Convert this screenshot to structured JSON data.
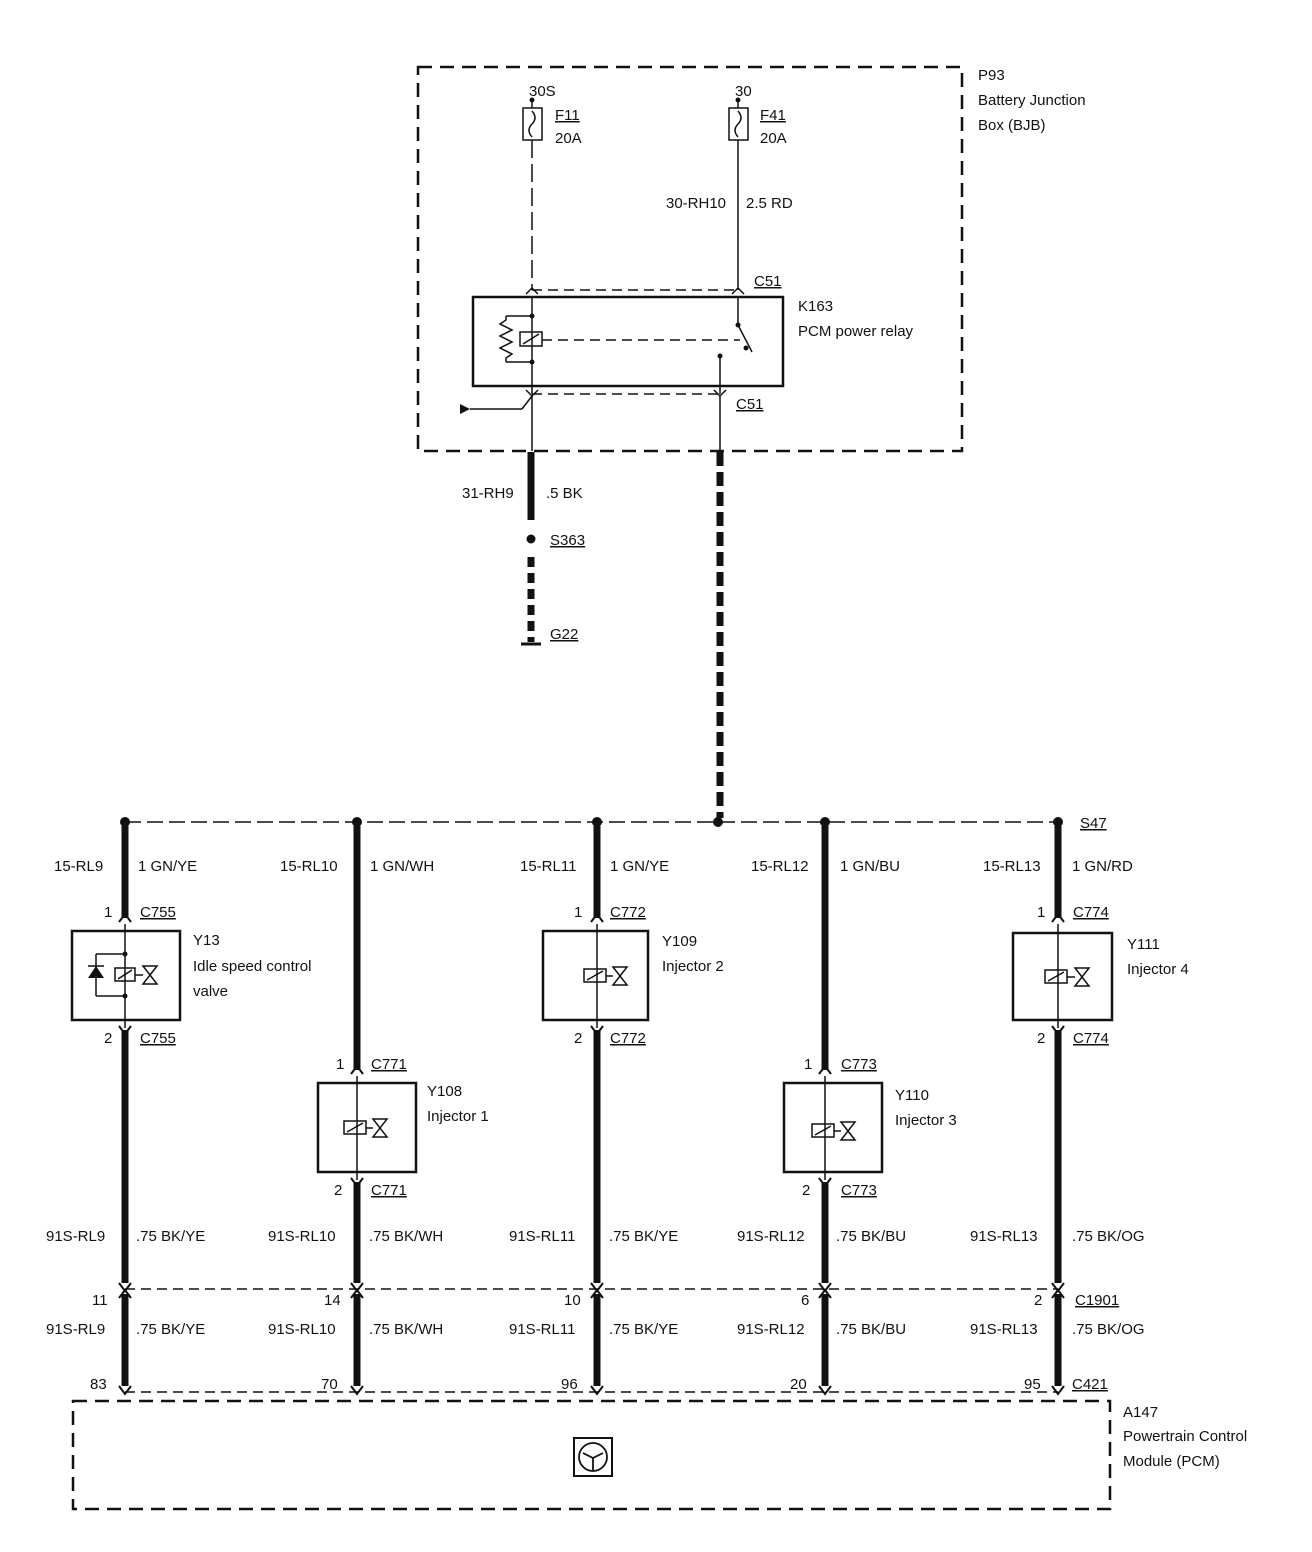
{
  "bjb": {
    "ref": "P93",
    "name1": "Battery Junction",
    "name2": "Box (BJB)"
  },
  "fuses": [
    {
      "supply": "30S",
      "ref": "F11",
      "rating": "20A"
    },
    {
      "supply": "30",
      "ref": "F41",
      "rating": "20A"
    }
  ],
  "feed_wire": {
    "circuit": "30-RH10",
    "spec": "2.5 RD"
  },
  "relay": {
    "ref": "K163",
    "name": "PCM power relay",
    "connector_top": "C51",
    "connector_bottom": "C51"
  },
  "ground_wire": {
    "circuit": "31-RH9",
    "spec": ".5 BK",
    "splice": "S363",
    "ground": "G22"
  },
  "splice_main": "S47",
  "branches": [
    {
      "circuit": "15-RL9",
      "spec": "1 GN/YE"
    },
    {
      "circuit": "15-RL10",
      "spec": "1 GN/WH"
    },
    {
      "circuit": "15-RL11",
      "spec": "1 GN/YE"
    },
    {
      "circuit": "15-RL12",
      "spec": "1 GN/BU"
    },
    {
      "circuit": "15-RL13",
      "spec": "1 GN/RD"
    }
  ],
  "components": [
    {
      "ref": "Y13",
      "name1": "Idle speed control",
      "name2": "valve",
      "pin_in": "1",
      "pin_out": "2",
      "connector": "C755"
    },
    {
      "ref": "Y108",
      "name1": "Injector 1",
      "pin_in": "1",
      "pin_out": "2",
      "connector": "C771"
    },
    {
      "ref": "Y109",
      "name1": "Injector 2",
      "pin_in": "1",
      "pin_out": "2",
      "connector": "C772"
    },
    {
      "ref": "Y110",
      "name1": "Injector 3",
      "pin_in": "1",
      "pin_out": "2",
      "connector": "C773"
    },
    {
      "ref": "Y111",
      "name1": "Injector 4",
      "pin_in": "1",
      "pin_out": "2",
      "connector": "C774"
    }
  ],
  "returns_upper": [
    {
      "circuit": "91S-RL9",
      "spec": ".75 BK/YE"
    },
    {
      "circuit": "91S-RL10",
      "spec": ".75 BK/WH"
    },
    {
      "circuit": "91S-RL11",
      "spec": ".75 BK/YE"
    },
    {
      "circuit": "91S-RL12",
      "spec": ".75 BK/BU"
    },
    {
      "circuit": "91S-RL13",
      "spec": ".75 BK/OG"
    }
  ],
  "inline_connector": {
    "ref": "C1901",
    "pins": [
      "11",
      "14",
      "10",
      "6",
      "2"
    ]
  },
  "returns_lower": [
    {
      "circuit": "91S-RL9",
      "spec": ".75 BK/YE"
    },
    {
      "circuit": "91S-RL10",
      "spec": ".75 BK/WH"
    },
    {
      "circuit": "91S-RL11",
      "spec": ".75 BK/YE"
    },
    {
      "circuit": "91S-RL12",
      "spec": ".75 BK/BU"
    },
    {
      "circuit": "91S-RL13",
      "spec": ".75 BK/OG"
    }
  ],
  "pcm_connector": {
    "ref": "C421",
    "pins": [
      "83",
      "70",
      "96",
      "20",
      "95"
    ]
  },
  "pcm": {
    "ref": "A147",
    "name1": "Powertrain Control",
    "name2": "Module (PCM)"
  }
}
